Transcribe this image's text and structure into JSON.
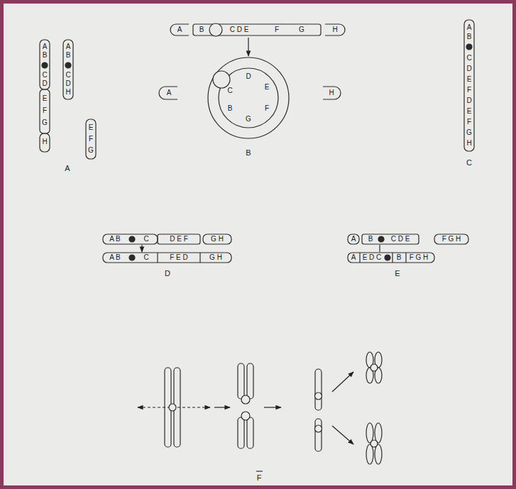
{
  "diagram": {
    "labels": [
      "A B",
      "C D",
      "E F G",
      "H",
      "A B",
      "C D H",
      "E F G",
      "A",
      "A",
      "B",
      "C D E",
      "F",
      "G",
      "H",
      "C",
      "D",
      "E",
      "F",
      "G",
      "B",
      "A",
      "H",
      "B",
      "A B",
      "C D E F D E F G H",
      "C",
      "A B",
      "C",
      "D E F",
      "G H",
      "A B",
      "C",
      "F E D",
      "G H",
      "D",
      "A",
      "B",
      "C D E",
      "F G H",
      "A",
      "E D C",
      "B",
      "F G H",
      "E",
      "F"
    ]
  }
}
